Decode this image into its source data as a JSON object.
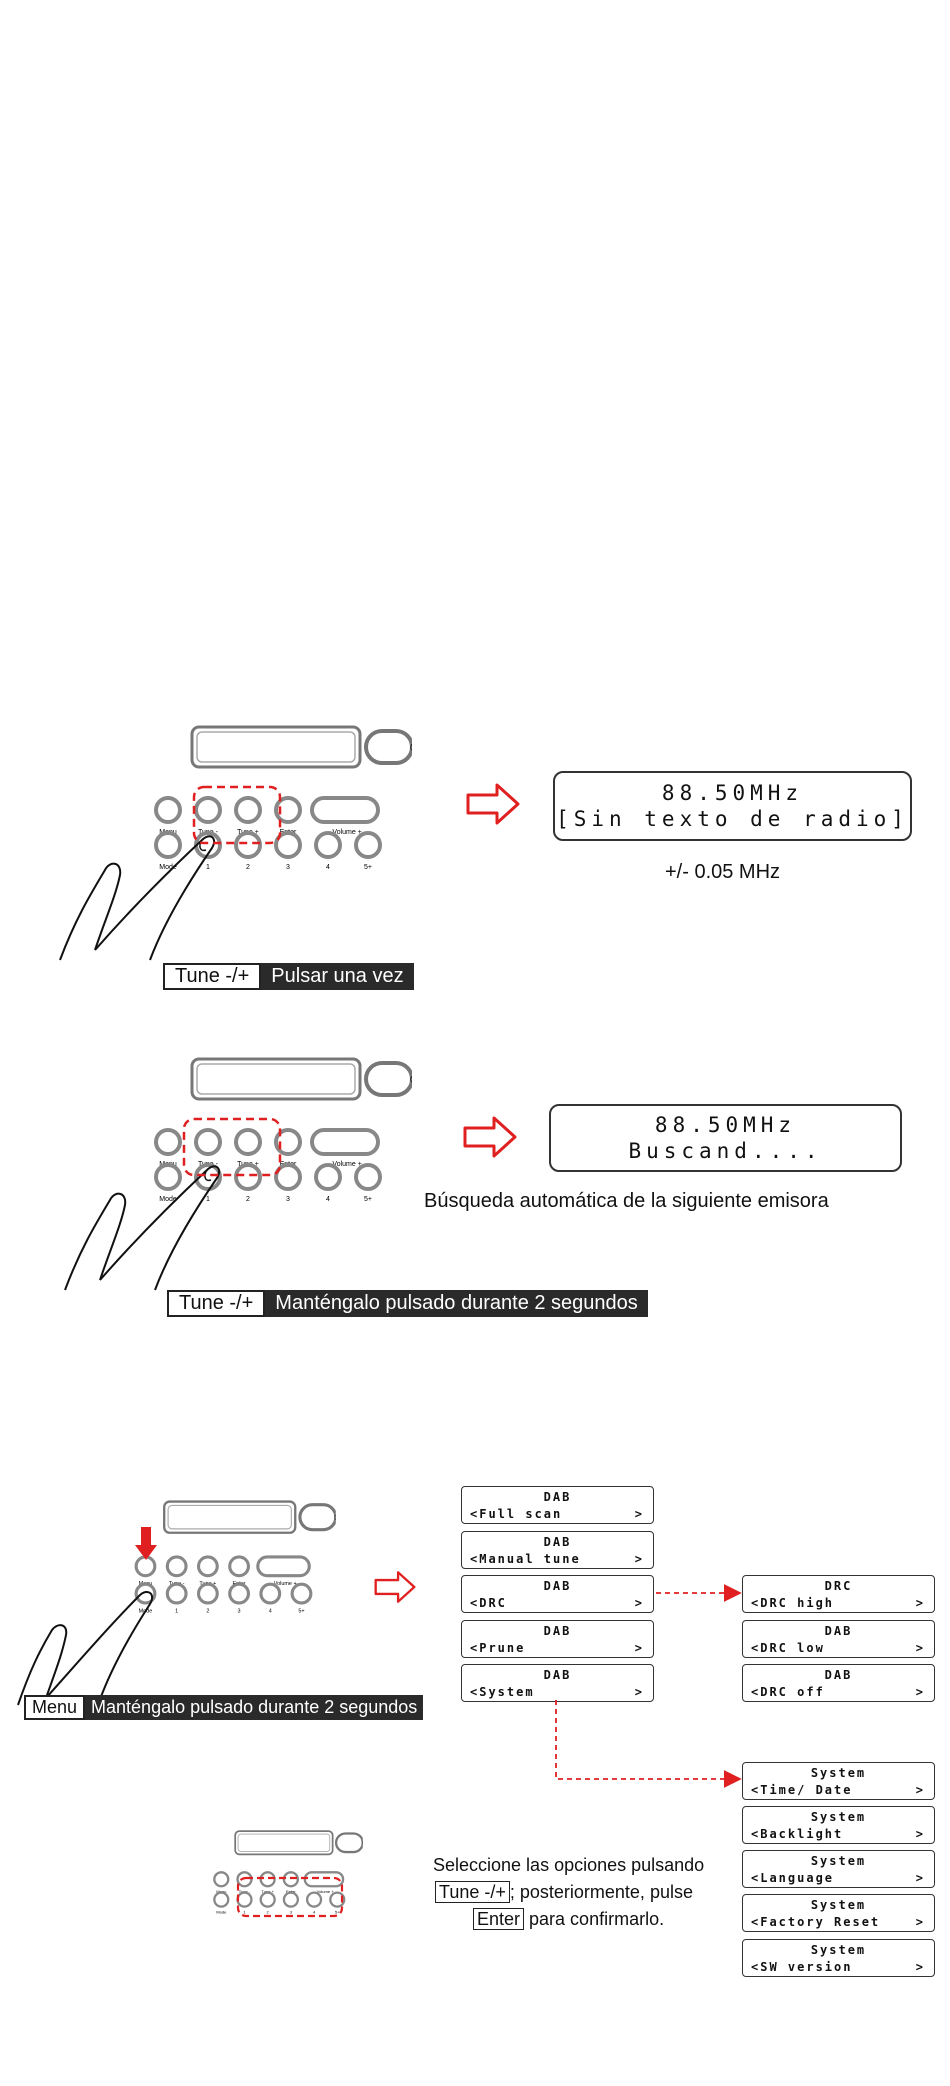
{
  "panel": {
    "btn_menu": "Menu",
    "btn_tune_minus": "Tune -",
    "btn_tune_plus": "Tune +",
    "btn_enter": "Enter",
    "btn_volume": "- Volume +",
    "btn_mode": "Mode",
    "presets": [
      "1",
      "2",
      "3",
      "4",
      "5+"
    ]
  },
  "step1": {
    "display_line1": "88.50MHz",
    "display_line2": "[Sin texto de radio]",
    "note": "+/- 0.05 MHz",
    "key": "Tune -/+",
    "action": "Pulsar una vez"
  },
  "step2": {
    "display_line1": "88.50MHz",
    "display_line2": "Buscand....",
    "note": "Búsqueda automática de la siguiente emisora",
    "key": "Tune -/+",
    "action": "Manténgalo pulsado durante 2 segundos"
  },
  "step3": {
    "key": "Menu",
    "action": "Manténgalo pulsado durante 2 segundos",
    "dab_menu": [
      {
        "title": "DAB",
        "item": "<Full scan",
        "arrow": ">"
      },
      {
        "title": "DAB",
        "item": "<Manual tune",
        "arrow": ">"
      },
      {
        "title": "DAB",
        "item": "<DRC",
        "arrow": ">"
      },
      {
        "title": "DAB",
        "item": "<Prune",
        "arrow": ">"
      },
      {
        "title": "DAB",
        "item": "<System",
        "arrow": ">"
      }
    ],
    "drc_menu": [
      {
        "title": "DRC",
        "item": "<DRC high",
        "arrow": ">"
      },
      {
        "title": "DAB",
        "item": "<DRC low",
        "arrow": ">"
      },
      {
        "title": "DAB",
        "item": "<DRC off",
        "arrow": ">"
      }
    ],
    "system_menu": [
      {
        "title": "System",
        "item": "<Time/ Date",
        "arrow": ">"
      },
      {
        "title": "System",
        "item": "<Backlight",
        "arrow": ">"
      },
      {
        "title": "System",
        "item": "<Language",
        "arrow": ">"
      },
      {
        "title": "System",
        "item": "<Factory Reset",
        "arrow": ">"
      },
      {
        "title": "System",
        "item": "<SW version",
        "arrow": ">"
      }
    ],
    "note_line1": "Seleccione las opciones pulsando",
    "note_key1": "Tune -/+",
    "note_line2_rest": "; posteriormente, pulse",
    "note_key2": "Enter",
    "note_line3_rest": " para confirmarlo."
  },
  "colors": {
    "accent_red": "#e02020",
    "label_bg": "#2a2a2a",
    "button_gray": "#bdbdbd"
  }
}
